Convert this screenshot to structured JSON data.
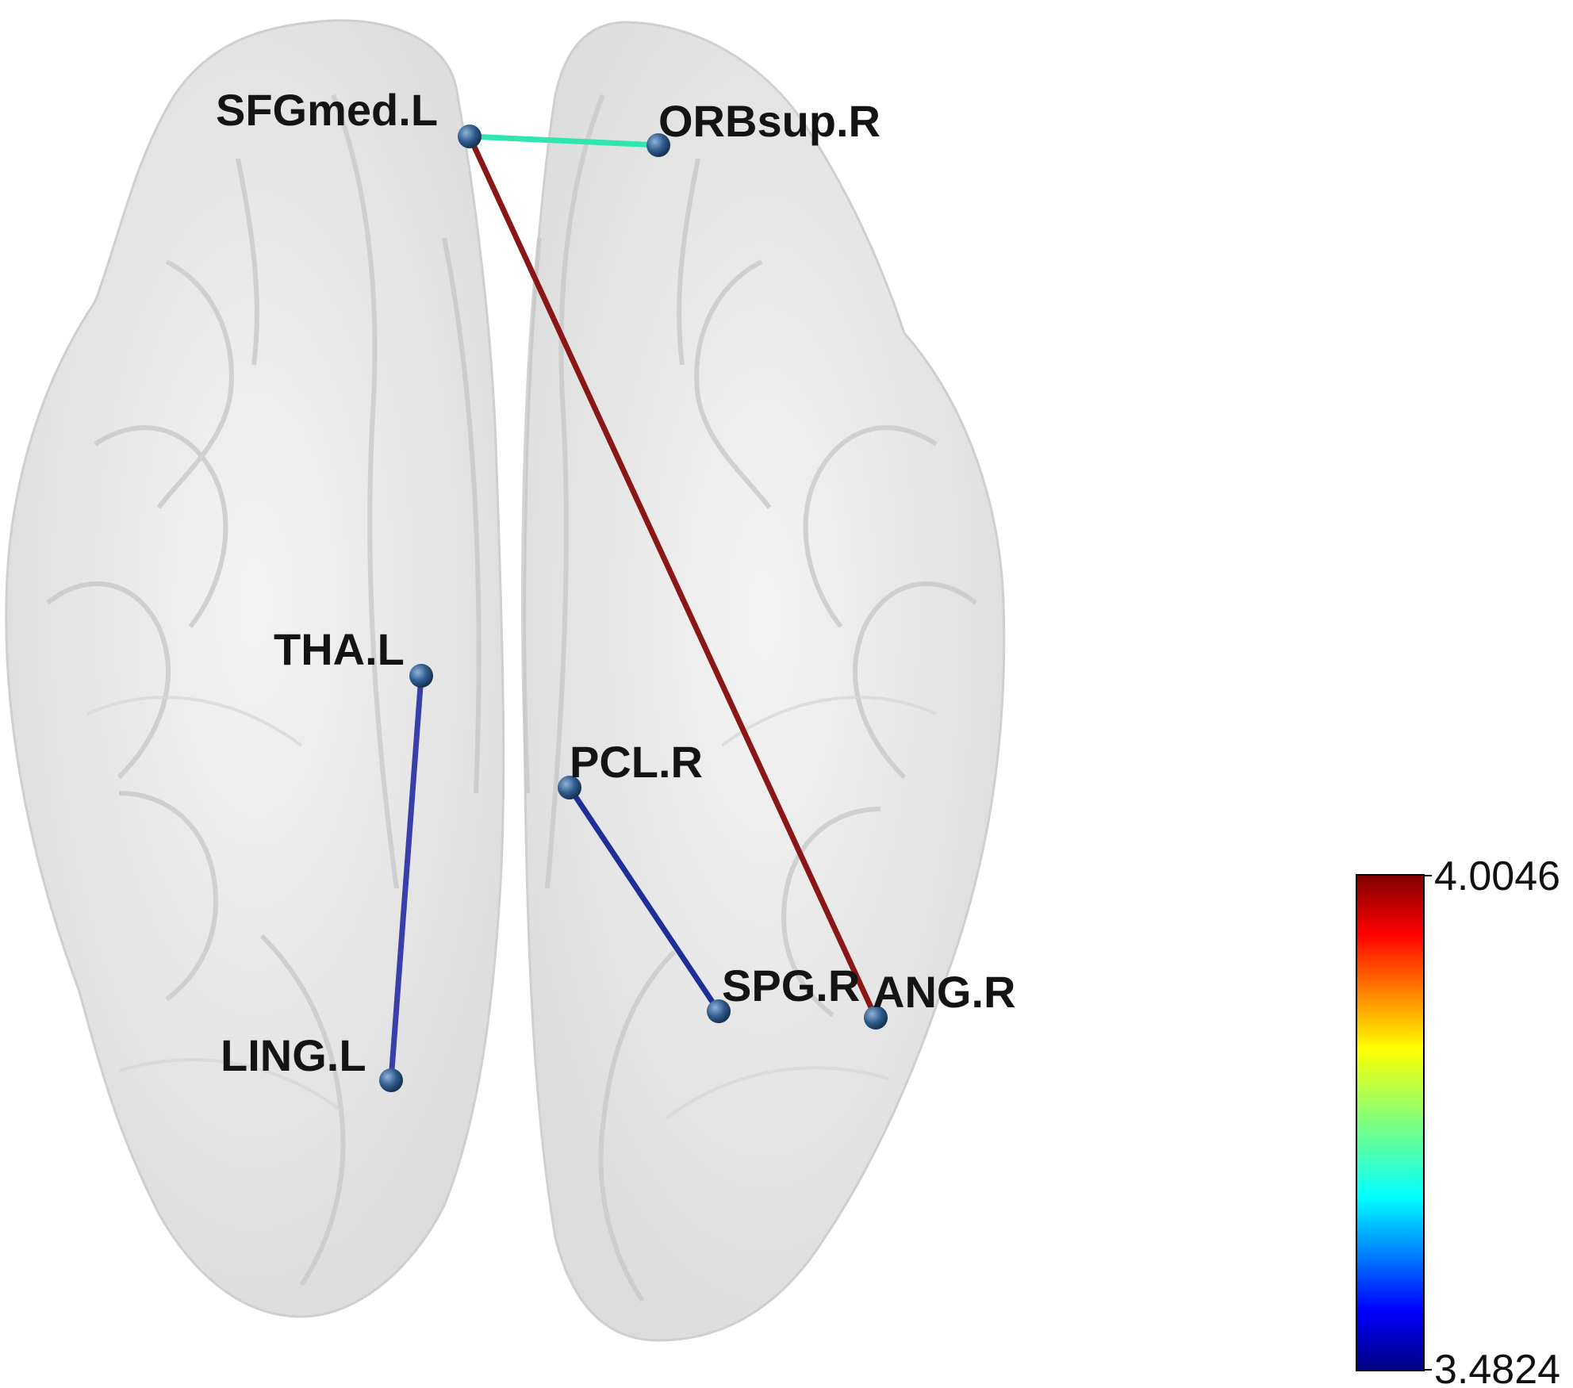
{
  "diagram": {
    "nodes": [
      {
        "id": "SFGmed.L",
        "label": "SFGmed.L"
      },
      {
        "id": "ORBsup.R",
        "label": "ORBsup.R"
      },
      {
        "id": "THA.L",
        "label": "THA.L"
      },
      {
        "id": "PCL.R",
        "label": "PCL.R"
      },
      {
        "id": "SPG.R",
        "label": "SPG.R"
      },
      {
        "id": "ANG.R",
        "label": "ANG.R"
      },
      {
        "id": "LING.L",
        "label": "LING.L"
      }
    ],
    "edges": [
      {
        "from": "SFGmed.L",
        "to": "ORBsup.R",
        "color": "#2fe6b0"
      },
      {
        "from": "SFGmed.L",
        "to": "ANG.R",
        "color": "#8b1616"
      },
      {
        "from": "THA.L",
        "to": "LING.L",
        "color": "#3a3ea8"
      },
      {
        "from": "PCL.R",
        "to": "SPG.R",
        "color": "#1e2e96"
      }
    ],
    "colorbar": {
      "max_label": "4.0046",
      "min_label": "3.4824",
      "colormap": "jet"
    },
    "colors": {
      "node": "#2f5b8c",
      "brain_fill": "#e8e8e8",
      "brain_fold": "#c9c9c9"
    }
  }
}
